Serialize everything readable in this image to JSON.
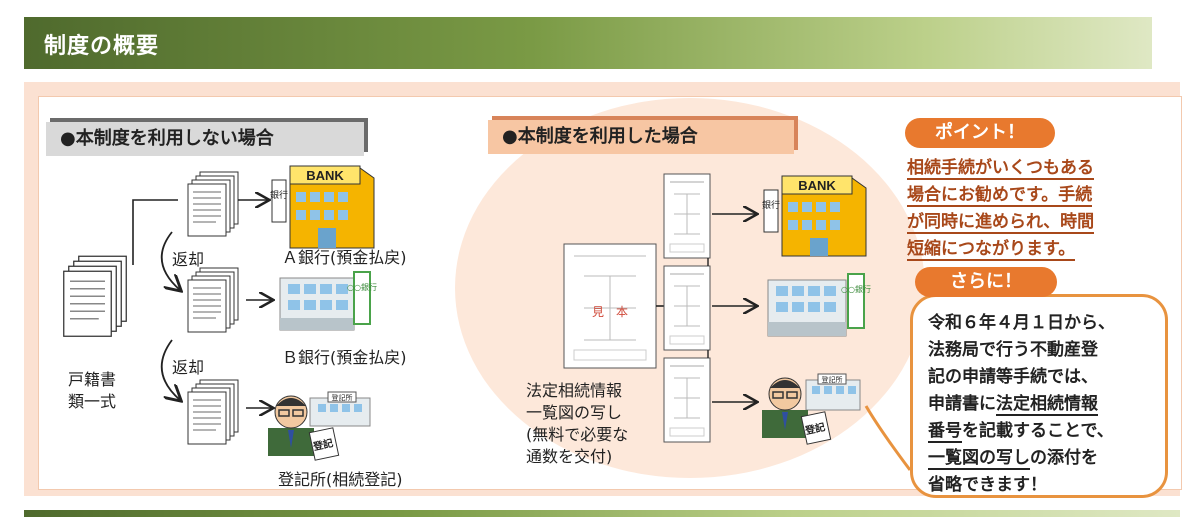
{
  "header": {
    "title": "制度の概要"
  },
  "without": {
    "tag": "●本制度を利用しない場合",
    "docs_label": [
      "戸籍書",
      "類一式"
    ],
    "return1": "返却",
    "return2": "返却",
    "bank_a": "Ａ銀行(預金払戻)",
    "bank_b": "Ｂ銀行(預金払戻)",
    "registry": "登記所(相続登記)"
  },
  "with": {
    "tag": "●本制度を利用した場合",
    "chart_label": [
      "法定相続情報",
      "一覧図の写し",
      "(無料で必要な",
      "通数を交付)"
    ],
    "stamp": "見　本"
  },
  "icons": {
    "bank_sign": "BANK",
    "bank_vertical": "銀行",
    "bank2_vertical": "○○銀行",
    "registry_sign": "登記所",
    "registry_card": "登記"
  },
  "point": {
    "pill": "ポイント！",
    "lines": [
      "相続手続がいくつもある",
      "場合にお勧めです。手続",
      "が同時に進められ、時間",
      "短縮につながります。"
    ]
  },
  "more": {
    "pill": "さらに！",
    "l1": "令和６年４月１日から、",
    "l2": "法務局で行う不動産登",
    "l3": "記の申請等手続では、",
    "l4a": "申請書に",
    "l4b": "法定相続情報",
    "l5a": "番号",
    "l5b": "を記載することで、",
    "l6a": "一覧図の写し",
    "l6b": "の添付を",
    "l7": "省略できます！"
  },
  "colors": {
    "accent": "#e8792e",
    "header_green": "#4f6a2d",
    "peach": "#fde8da"
  }
}
